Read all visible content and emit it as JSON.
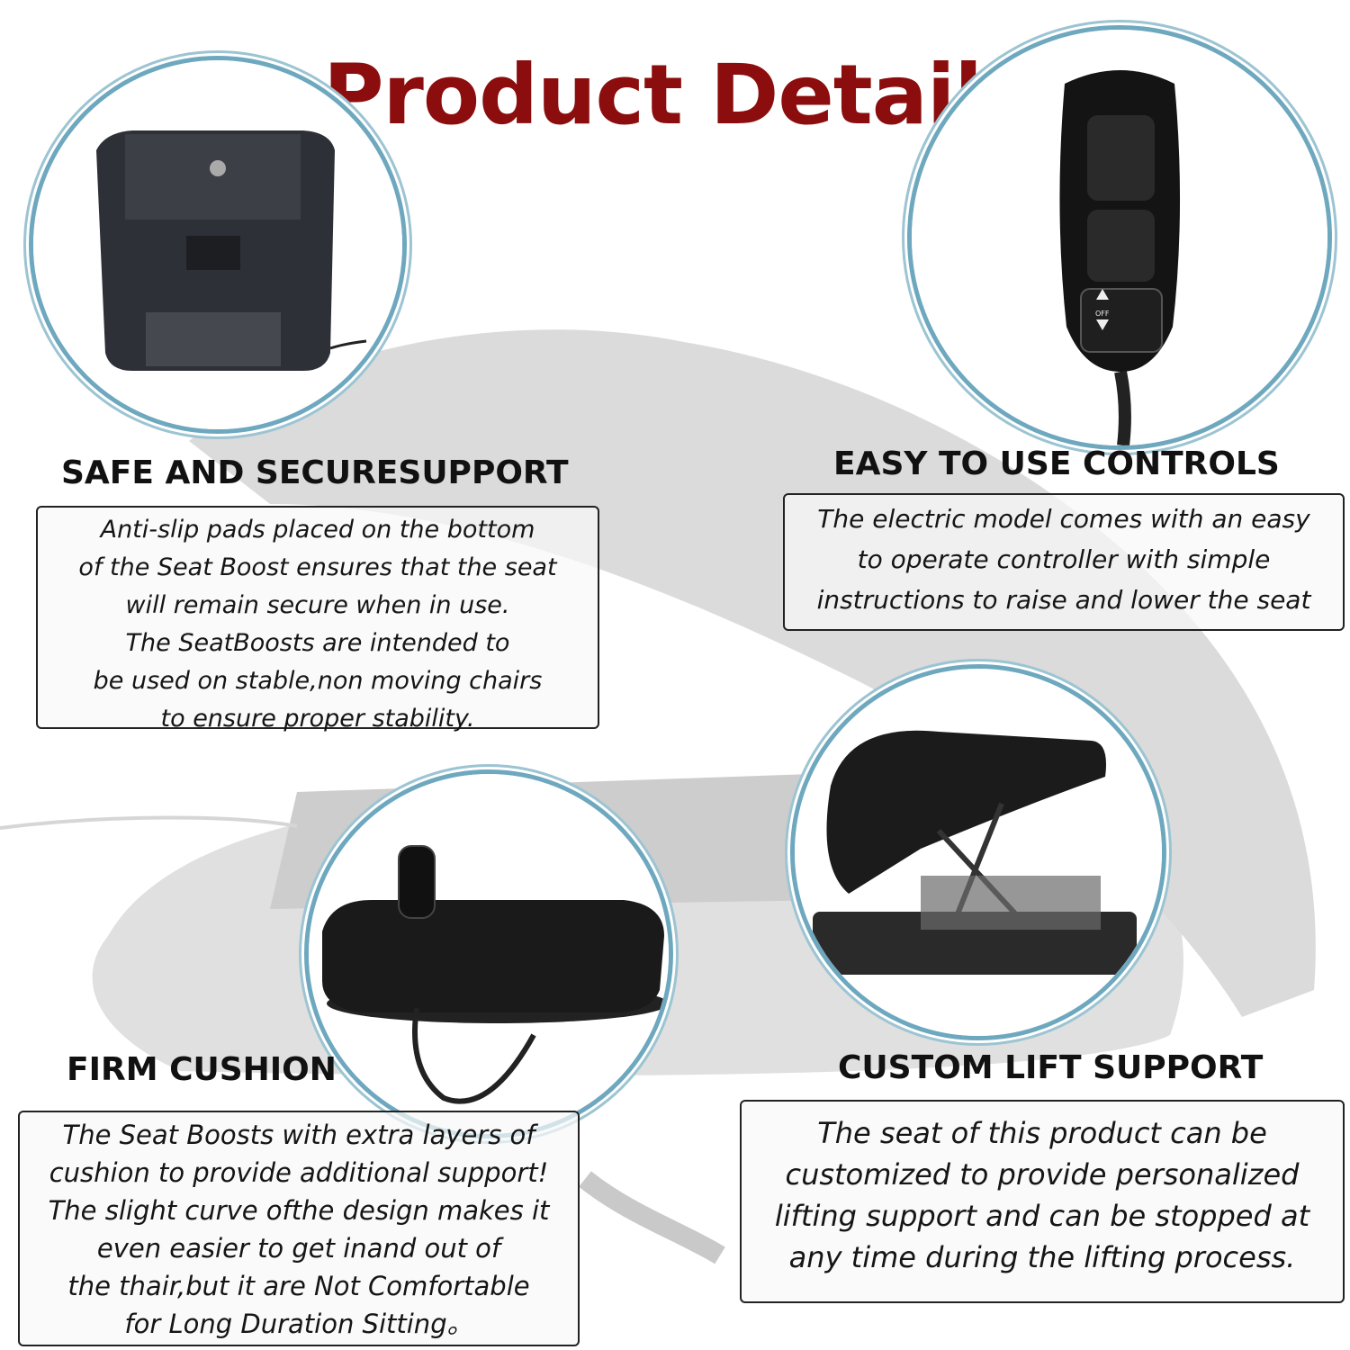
{
  "title": "Product Detail",
  "colors": {
    "title": "#8b0d0d",
    "circle_border": "#6ea8bf",
    "product_gray": "#c8c8c8"
  },
  "sections": {
    "safe": {
      "heading": "SAFE AND SECURESUPPORT",
      "lines": [
        "Anti-slip pads placed on the bottom",
        "of the Seat Boost ensures that the seat",
        "will remain secure when in use.",
        "The SeatBoosts are intended to",
        "be used on stable,non moving chairs",
        "to ensure proper stability."
      ]
    },
    "controls": {
      "heading": "EASY TO USE CONTROLS",
      "lines": [
        "The electric model comes with an easy",
        "to operate controller with simple",
        "instructions to raise and lower the seat"
      ]
    },
    "cushion": {
      "heading": "FIRM CUSHION",
      "lines": [
        "The Seat Boosts with extra layers of",
        "cushion to provide additional support!",
        "The slight curve ofthe design makes it",
        "even easier to get inand out of",
        "the thair,but it are Not Comfortable",
        "for Long Duration Sitting。"
      ]
    },
    "lift": {
      "heading": "CUSTOM LIFT SUPPORT",
      "lines": [
        "The seat of this product can be",
        "customized to provide personalized",
        "lifting support and can be stopped at",
        "any time during the lifting process."
      ]
    }
  },
  "controller_label": "OFF"
}
